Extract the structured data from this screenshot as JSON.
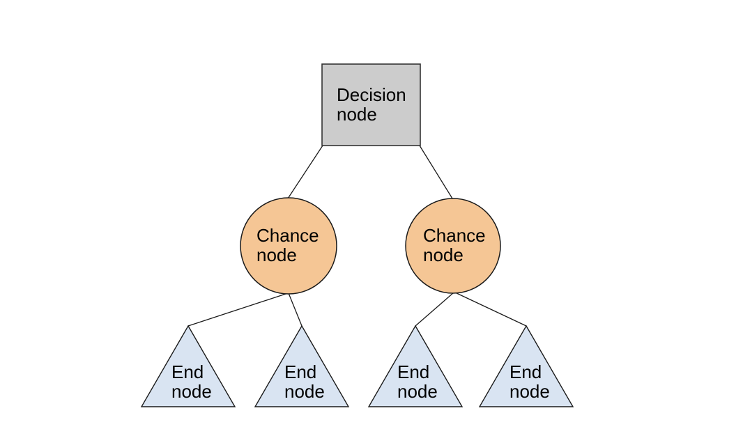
{
  "diagram": {
    "type": "decision-tree",
    "background": "#ffffff",
    "colors": {
      "decision_fill": "#cccccc",
      "decision_stroke": "#333333",
      "chance_fill": "#f5c695",
      "chance_stroke": "#1a1a1a",
      "end_fill": "#d9e4f2",
      "end_stroke": "#1a1a1a",
      "edge_stroke": "#1a1a1a",
      "text": "#000000"
    },
    "nodes": {
      "decision": {
        "shape": "square",
        "line1": "Decision",
        "line2": "node"
      },
      "chance_left": {
        "shape": "circle",
        "line1": "Chance",
        "line2": "node"
      },
      "chance_right": {
        "shape": "circle",
        "line1": "Chance",
        "line2": "node"
      },
      "end_1": {
        "shape": "triangle",
        "line1": "End",
        "line2": "node"
      },
      "end_2": {
        "shape": "triangle",
        "line1": "End",
        "line2": "node"
      },
      "end_3": {
        "shape": "triangle",
        "line1": "End",
        "line2": "node"
      },
      "end_4": {
        "shape": "triangle",
        "line1": "End",
        "line2": "node"
      }
    },
    "edges": [
      {
        "from": "decision",
        "to": "chance_left"
      },
      {
        "from": "decision",
        "to": "chance_right"
      },
      {
        "from": "chance_left",
        "to": "end_1"
      },
      {
        "from": "chance_left",
        "to": "end_2"
      },
      {
        "from": "chance_right",
        "to": "end_3"
      },
      {
        "from": "chance_right",
        "to": "end_4"
      }
    ]
  }
}
